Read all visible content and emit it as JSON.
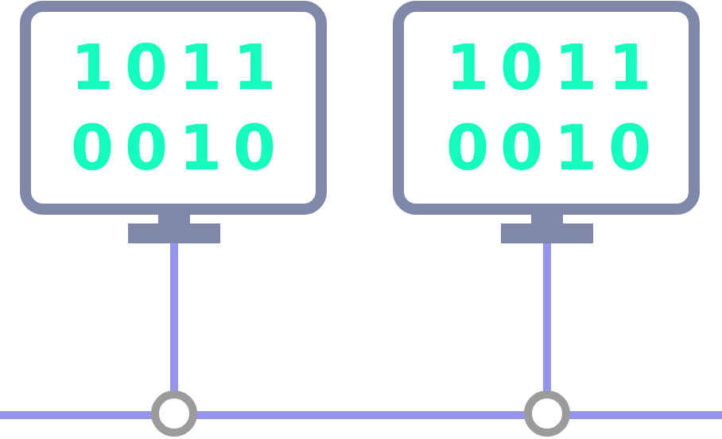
{
  "colors": {
    "monitor_frame": "#7f88a9",
    "screen_fill": "#ffffff",
    "bits": "#14fdbd",
    "network_line": "#9595ea",
    "node_ring": "#9b9b9b",
    "background": "#ffffff"
  },
  "monitors": [
    {
      "row1": [
        "1",
        "0",
        "1",
        "1"
      ],
      "row2": [
        "0",
        "0",
        "1",
        "0"
      ]
    },
    {
      "row1": [
        "1",
        "0",
        "1",
        "1"
      ],
      "row2": [
        "0",
        "0",
        "1",
        "0"
      ]
    }
  ],
  "icons": {
    "monitor": "monitor-icon",
    "node": "network-node-icon"
  }
}
